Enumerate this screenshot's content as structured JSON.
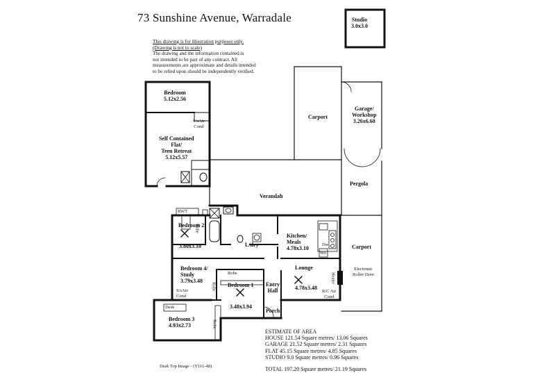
{
  "title": "73 Sunshine Avenue,  Warradale",
  "disclaimer": {
    "line1": "This drawing is for illustration purposes only.",
    "line2": "(Drawing is not to scale)",
    "line3": "The drawing and the information contained is",
    "line4": "not intended to be part of any contract.  All",
    "line5": "measurements are approximate and details intended",
    "line6": "to be relied upon should be independently verified."
  },
  "rooms": {
    "studio": "Studio",
    "studio_size": "3.0x3.0",
    "bedroom_top": "Bedroom",
    "bedroom_top_size": "5.12x2.56",
    "flat_l1": "Self Contained",
    "flat_l2": "Flat/",
    "flat_l3": "Teen Retreat",
    "flat_size": "5.12x5.57",
    "carport_top": "Carport",
    "garage_l1": "Garage/",
    "garage_l2": "Workshop",
    "garage_size": "3.26x6.60",
    "pergola": "Pergola",
    "verandah": "Verandah",
    "bedroom2": "Bedroom 2",
    "bedroom2_size": "3.80x3.10",
    "ldry": "L/dry",
    "kitchen_l1": "Kitchen/",
    "kitchen_l2": "Meals",
    "kitchen_size": "4.78x3.10",
    "carport_right": "Carport",
    "bedroom4_l1": "Bedroom 4/",
    "bedroom4_l2": "Study",
    "bedroom4_size": "3.79x3.48",
    "bedroom1": "Bedroom 1",
    "bedroom1_size": "3.48x3.94",
    "entry_l1": "Entry",
    "entry_l2": "Hall",
    "lounge": "Lounge",
    "lounge_size": "4.78x3.48",
    "porch": "Porch",
    "bedroom3": "Bedroom 3",
    "bedroom3_size": "4.93x2.73"
  },
  "fixtures": {
    "split_air_top_l1": "S/sAir",
    "split_air_top_l2": "Cond",
    "rwt": "RWT",
    "robe_b2": "Robe",
    "robe_b1": "Robe",
    "robe_b1_side": "Robe",
    "robe_b3": "Robe",
    "split_air_b4_l1": "S/sAir",
    "split_air_b4_l2": "Cond",
    "desk": "Desk",
    "dw": "Dw",
    "wo": "Wo",
    "heater": "Heater",
    "rc_air_l1": "R/C Air",
    "rc_air_l2": "Cond",
    "roller_l1": "Electronic",
    "roller_l2": "Roller Door"
  },
  "area": {
    "heading": "ESTIMATE OF AREA",
    "house": "HOUSE   121.54 Square metres/  13.06 Squares",
    "garage": "GARAGE  21.52 Square metres/  2.31 Squares",
    "flat": "FLAT 45.15  Square metres/  4.85 Squares",
    "studio": "STUDIO 9.0 Square metres/  0.96 Squares",
    "total": "TOTAL  197.20 Square metres/  21.19 Squares"
  },
  "image_code": "Desk Top Image -   (Y111-48)"
}
